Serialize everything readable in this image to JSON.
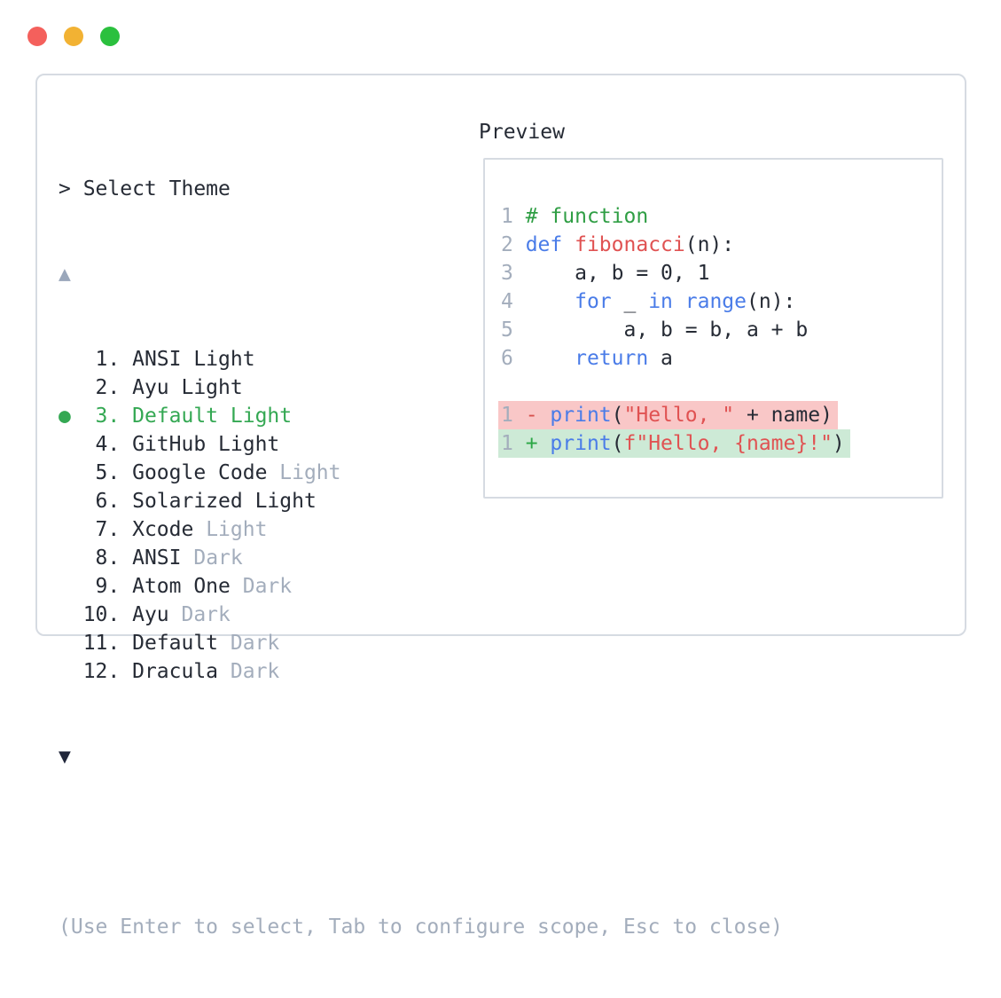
{
  "colors": {
    "traffic_red": "#f4605c",
    "traffic_yellow": "#f2b233",
    "traffic_green": "#2bc03e",
    "panel_border": "#d6dbe2",
    "text_dark": "#262b35",
    "text_gray": "#a3adbc",
    "arrow_gray": "#9aa7bb",
    "selected_green": "#34a853",
    "comment_green": "#2f9e44",
    "keyword_blue": "#4a7ce8",
    "string_red": "#e05252",
    "diff_minus_red": "#d6504c",
    "diff_plus_green": "#2ba745",
    "diff_removed_bg": "#f9c7c7",
    "diff_added_bg": "#cdead6"
  },
  "window": {
    "traffic_lights": [
      "close",
      "minimize",
      "zoom"
    ]
  },
  "theme_picker": {
    "prompt": "> Select Theme",
    "scroll_up_icon": "▲",
    "scroll_down_icon": "▼",
    "selected_bullet": "●",
    "items": [
      {
        "number": "1",
        "selected": false,
        "parts": [
          {
            "t": "ANSI Light",
            "c": "dark"
          }
        ]
      },
      {
        "number": "2",
        "selected": false,
        "parts": [
          {
            "t": "Ayu Light",
            "c": "dark"
          }
        ]
      },
      {
        "number": "3",
        "selected": true,
        "parts": [
          {
            "t": "Default Light",
            "c": "green"
          }
        ]
      },
      {
        "number": "4",
        "selected": false,
        "parts": [
          {
            "t": "GitHub Light",
            "c": "dark"
          }
        ]
      },
      {
        "number": "5",
        "selected": false,
        "parts": [
          {
            "t": "Google Code ",
            "c": "dark"
          },
          {
            "t": "Light",
            "c": "gray"
          }
        ]
      },
      {
        "number": "6",
        "selected": false,
        "parts": [
          {
            "t": "Solarized Light",
            "c": "dark"
          }
        ]
      },
      {
        "number": "7",
        "selected": false,
        "parts": [
          {
            "t": "Xcode ",
            "c": "dark"
          },
          {
            "t": "Light",
            "c": "gray"
          }
        ]
      },
      {
        "number": "8",
        "selected": false,
        "parts": [
          {
            "t": "ANSI ",
            "c": "dark"
          },
          {
            "t": "Dark",
            "c": "gray"
          }
        ]
      },
      {
        "number": "9",
        "selected": false,
        "parts": [
          {
            "t": "Atom One ",
            "c": "dark"
          },
          {
            "t": "Dark",
            "c": "gray"
          }
        ]
      },
      {
        "number": "10",
        "selected": false,
        "parts": [
          {
            "t": "Ayu ",
            "c": "dark"
          },
          {
            "t": "Dark",
            "c": "gray"
          }
        ]
      },
      {
        "number": "11",
        "selected": false,
        "parts": [
          {
            "t": "Default ",
            "c": "dark"
          },
          {
            "t": "Dark",
            "c": "gray"
          }
        ]
      },
      {
        "number": "12",
        "selected": false,
        "parts": [
          {
            "t": "Dracula ",
            "c": "dark"
          },
          {
            "t": "Dark",
            "c": "gray"
          }
        ]
      }
    ],
    "help_text": "(Use Enter to select, Tab to configure scope, Esc to close)"
  },
  "preview": {
    "label": "Preview",
    "code_lines": [
      {
        "num": "1",
        "bg": "",
        "tokens": [
          {
            "t": "# function",
            "c": "comment"
          }
        ]
      },
      {
        "num": "2",
        "bg": "",
        "tokens": [
          {
            "t": "def",
            "c": "keyword"
          },
          {
            "t": " ",
            "c": "dark"
          },
          {
            "t": "fibonacci",
            "c": "func"
          },
          {
            "t": "(n):",
            "c": "dark"
          }
        ]
      },
      {
        "num": "3",
        "bg": "",
        "tokens": [
          {
            "t": "    a, b = 0, 1",
            "c": "dark"
          }
        ]
      },
      {
        "num": "4",
        "bg": "",
        "tokens": [
          {
            "t": "    ",
            "c": "dark"
          },
          {
            "t": "for",
            "c": "keyword"
          },
          {
            "t": " _ ",
            "c": "dark"
          },
          {
            "t": "in",
            "c": "keyword"
          },
          {
            "t": " ",
            "c": "dark"
          },
          {
            "t": "range",
            "c": "keyword"
          },
          {
            "t": "(n):",
            "c": "dark"
          }
        ]
      },
      {
        "num": "5",
        "bg": "",
        "tokens": [
          {
            "t": "        a, b = b, a + b",
            "c": "dark"
          }
        ]
      },
      {
        "num": "6",
        "bg": "",
        "tokens": [
          {
            "t": "    ",
            "c": "dark"
          },
          {
            "t": "return",
            "c": "keyword"
          },
          {
            "t": " a",
            "c": "dark"
          }
        ]
      },
      {
        "num": "",
        "bg": "",
        "tokens": []
      },
      {
        "num": "1",
        "bg": "removed",
        "tokens": [
          {
            "t": "- ",
            "c": "minus"
          },
          {
            "t": "print",
            "c": "keyword"
          },
          {
            "t": "(",
            "c": "dark"
          },
          {
            "t": "\"Hello, \"",
            "c": "str"
          },
          {
            "t": " + name)",
            "c": "dark"
          }
        ]
      },
      {
        "num": "1",
        "bg": "added",
        "tokens": [
          {
            "t": "+ ",
            "c": "plus"
          },
          {
            "t": "print",
            "c": "keyword"
          },
          {
            "t": "(",
            "c": "dark"
          },
          {
            "t": "f\"Hello, {name}!\"",
            "c": "str"
          },
          {
            "t": ")",
            "c": "dark"
          }
        ]
      }
    ]
  }
}
